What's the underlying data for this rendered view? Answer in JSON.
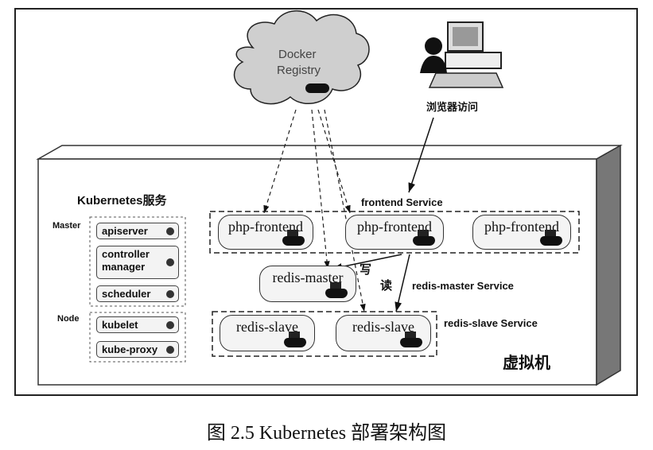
{
  "registry": {
    "line1": "Docker",
    "line2": "Registry"
  },
  "browser_label": "浏览器访问",
  "k8s_title": "Kubernetes服务",
  "master": {
    "label": "Master",
    "items": [
      "apiserver",
      "controller manager",
      "scheduler"
    ]
  },
  "node": {
    "label": "Node",
    "items": [
      "kubelet",
      "kube-proxy"
    ]
  },
  "frontend_service": "frontend Service",
  "php_pods": [
    "php-frontend",
    "php-frontend",
    "php-frontend"
  ],
  "redis_master": "redis-master",
  "redis_master_service": "redis-master Service",
  "write_label": "写",
  "read_label": "读",
  "redis_slaves": [
    "redis-slave",
    "redis-slave"
  ],
  "redis_slave_service": "redis-slave Service",
  "vm_label": "虚拟机",
  "caption": "图 2.5   Kubernetes 部署架构图"
}
